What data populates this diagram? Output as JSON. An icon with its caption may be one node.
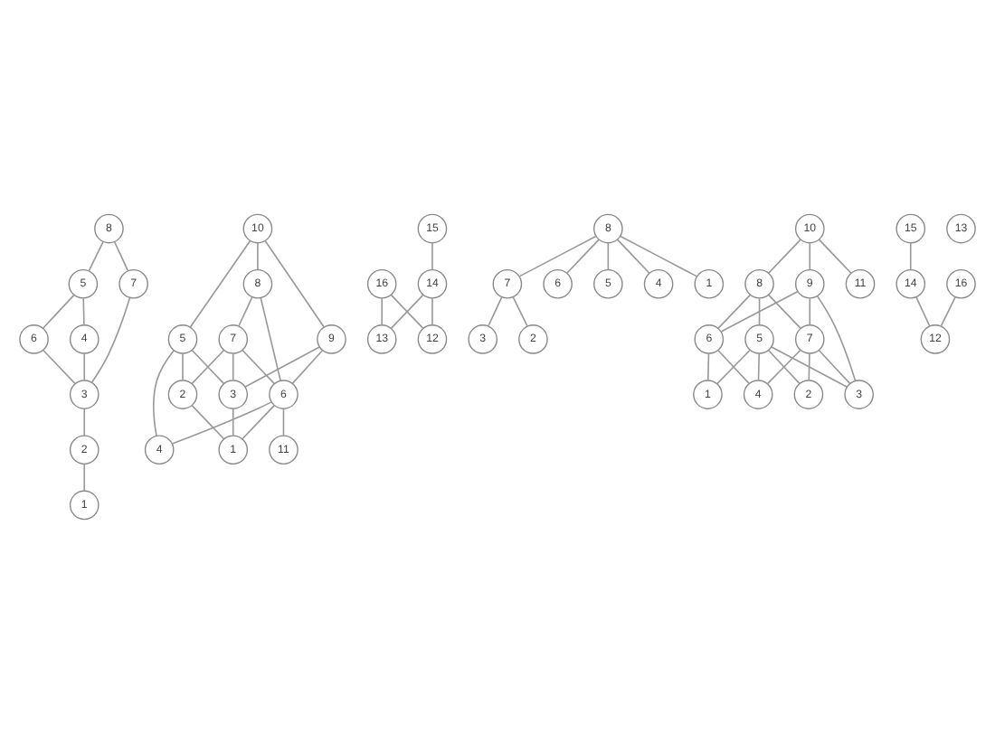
{
  "diagram": {
    "nodes": [
      {
        "text": [
          "8"
        ]
      },
      {
        "text": [
          "5"
        ]
      },
      {
        "text": [
          "7"
        ]
      },
      {
        "text": [
          "6"
        ]
      },
      {
        "text": [
          "4"
        ]
      },
      {
        "text": [
          "3"
        ]
      },
      {
        "text": [
          "2"
        ]
      },
      {
        "text": [
          "1"
        ]
      },
      {
        "text": [
          "10"
        ]
      },
      {
        "text": [
          "8"
        ]
      },
      {
        "text": [
          "15"
        ]
      },
      {
        "text": [
          "9"
        ]
      },
      {
        "text": [
          "7"
        ]
      },
      {
        "text": [
          "5"
        ]
      },
      {
        "text": [
          "16"
        ]
      },
      {
        "text": [
          "14"
        ]
      },
      {
        "text": [
          "6"
        ]
      },
      {
        "text": [
          "3"
        ]
      },
      {
        "text": [
          "2"
        ]
      },
      {
        "text": [
          "13"
        ]
      },
      {
        "text": [
          "12"
        ]
      },
      {
        "text": [
          "11"
        ]
      },
      {
        "text": [
          "4"
        ]
      },
      {
        "text": [
          "1"
        ]
      },
      {
        "text": [
          "8"
        ]
      },
      {
        "text": [
          "7"
        ]
      },
      {
        "text": [
          "6"
        ]
      },
      {
        "text": [
          "5"
        ]
      },
      {
        "text": [
          "4"
        ]
      },
      {
        "text": [
          "3"
        ]
      },
      {
        "text": [
          "2"
        ]
      },
      {
        "text": [
          "1"
        ]
      },
      {
        "text": [
          "10"
        ]
      },
      {
        "text": [
          "15"
        ]
      },
      {
        "text": [
          "9"
        ]
      },
      {
        "text": [
          "8"
        ]
      },
      {
        "text": [
          "16"
        ]
      },
      {
        "text": [
          "14"
        ]
      },
      {
        "text": [
          "7"
        ]
      },
      {
        "text": [
          "6"
        ]
      },
      {
        "text": [
          "5"
        ]
      },
      {
        "text": [
          "13"
        ]
      },
      {
        "text": [
          "12"
        ]
      },
      {
        "text": [
          "11"
        ]
      },
      {
        "text": [
          "4"
        ]
      },
      {
        "text": [
          "3"
        ]
      },
      {
        "text": [
          "2"
        ]
      },
      {
        "text": [
          "1"
        ]
      }
    ],
    "edges": [
      {
        "from": 0,
        "to": 1,
        "arrow": "none"
      },
      {
        "from": 0,
        "to": 2,
        "arrow": "none"
      },
      {
        "from": 1,
        "to": 3,
        "arrow": "none"
      },
      {
        "from": 1,
        "to": 4,
        "arrow": "none"
      },
      {
        "from": 3,
        "to": 5,
        "arrow": "none"
      },
      {
        "from": 2,
        "to": 5,
        "arrow": "none"
      },
      {
        "from": 4,
        "to": 5,
        "arrow": "none"
      },
      {
        "from": 5,
        "to": 6,
        "arrow": "none"
      },
      {
        "from": 6,
        "to": 7,
        "arrow": "none"
      },
      {
        "from": 8,
        "to": 9,
        "arrow": "none"
      },
      {
        "from": 8,
        "to": 11,
        "arrow": "none"
      },
      {
        "from": 8,
        "to": 13,
        "arrow": "none"
      },
      {
        "from": 9,
        "to": 16,
        "arrow": "none"
      },
      {
        "from": 9,
        "to": 12,
        "arrow": "none"
      },
      {
        "from": 11,
        "to": 16,
        "arrow": "none"
      },
      {
        "from": 11,
        "to": 17,
        "arrow": "none"
      },
      {
        "from": 12,
        "to": 16,
        "arrow": "none"
      },
      {
        "from": 12,
        "to": 17,
        "arrow": "none"
      },
      {
        "from": 12,
        "to": 18,
        "arrow": "none"
      },
      {
        "from": 13,
        "to": 17,
        "arrow": "none"
      },
      {
        "from": 13,
        "to": 22,
        "arrow": "none"
      },
      {
        "from": 13,
        "to": 18,
        "arrow": "none"
      },
      {
        "from": 10,
        "to": 15,
        "arrow": "none"
      },
      {
        "from": 14,
        "to": 19,
        "arrow": "none"
      },
      {
        "from": 14,
        "to": 20,
        "arrow": "none"
      },
      {
        "from": 15,
        "to": 19,
        "arrow": "none"
      },
      {
        "from": 15,
        "to": 20,
        "arrow": "none"
      },
      {
        "from": 16,
        "to": 21,
        "arrow": "none"
      },
      {
        "from": 16,
        "to": 22,
        "arrow": "none"
      },
      {
        "from": 16,
        "to": 23,
        "arrow": "none"
      },
      {
        "from": 17,
        "to": 23,
        "arrow": "none"
      },
      {
        "from": 18,
        "to": 23,
        "arrow": "none"
      },
      {
        "from": 24,
        "to": 26,
        "arrow": "none"
      },
      {
        "from": 24,
        "to": 27,
        "arrow": "none"
      },
      {
        "from": 24,
        "to": 28,
        "arrow": "none"
      },
      {
        "from": 24,
        "to": 25,
        "arrow": "none"
      },
      {
        "from": 24,
        "to": 31,
        "arrow": "none"
      },
      {
        "from": 25,
        "to": 29,
        "arrow": "none"
      },
      {
        "from": 25,
        "to": 30,
        "arrow": "none"
      },
      {
        "from": 32,
        "to": 34,
        "arrow": "none"
      },
      {
        "from": 32,
        "to": 35,
        "arrow": "none"
      },
      {
        "from": 32,
        "to": 43,
        "arrow": "none"
      },
      {
        "from": 33,
        "to": 37,
        "arrow": "none"
      },
      {
        "from": 34,
        "to": 38,
        "arrow": "none"
      },
      {
        "from": 34,
        "to": 39,
        "arrow": "none"
      },
      {
        "from": 34,
        "to": 45,
        "arrow": "none"
      },
      {
        "from": 35,
        "to": 38,
        "arrow": "none"
      },
      {
        "from": 35,
        "to": 39,
        "arrow": "none"
      },
      {
        "from": 35,
        "to": 40,
        "arrow": "none"
      },
      {
        "from": 36,
        "to": 42,
        "arrow": "none"
      },
      {
        "from": 37,
        "to": 42,
        "arrow": "none"
      },
      {
        "from": 38,
        "to": 44,
        "arrow": "none"
      },
      {
        "from": 38,
        "to": 45,
        "arrow": "none"
      },
      {
        "from": 38,
        "to": 46,
        "arrow": "none"
      },
      {
        "from": 39,
        "to": 44,
        "arrow": "none"
      },
      {
        "from": 39,
        "to": 47,
        "arrow": "none"
      },
      {
        "from": 40,
        "to": 44,
        "arrow": "none"
      },
      {
        "from": 40,
        "to": 45,
        "arrow": "none"
      },
      {
        "from": 40,
        "to": 46,
        "arrow": "none"
      },
      {
        "from": 40,
        "to": 47,
        "arrow": "none"
      }
    ]
  }
}
